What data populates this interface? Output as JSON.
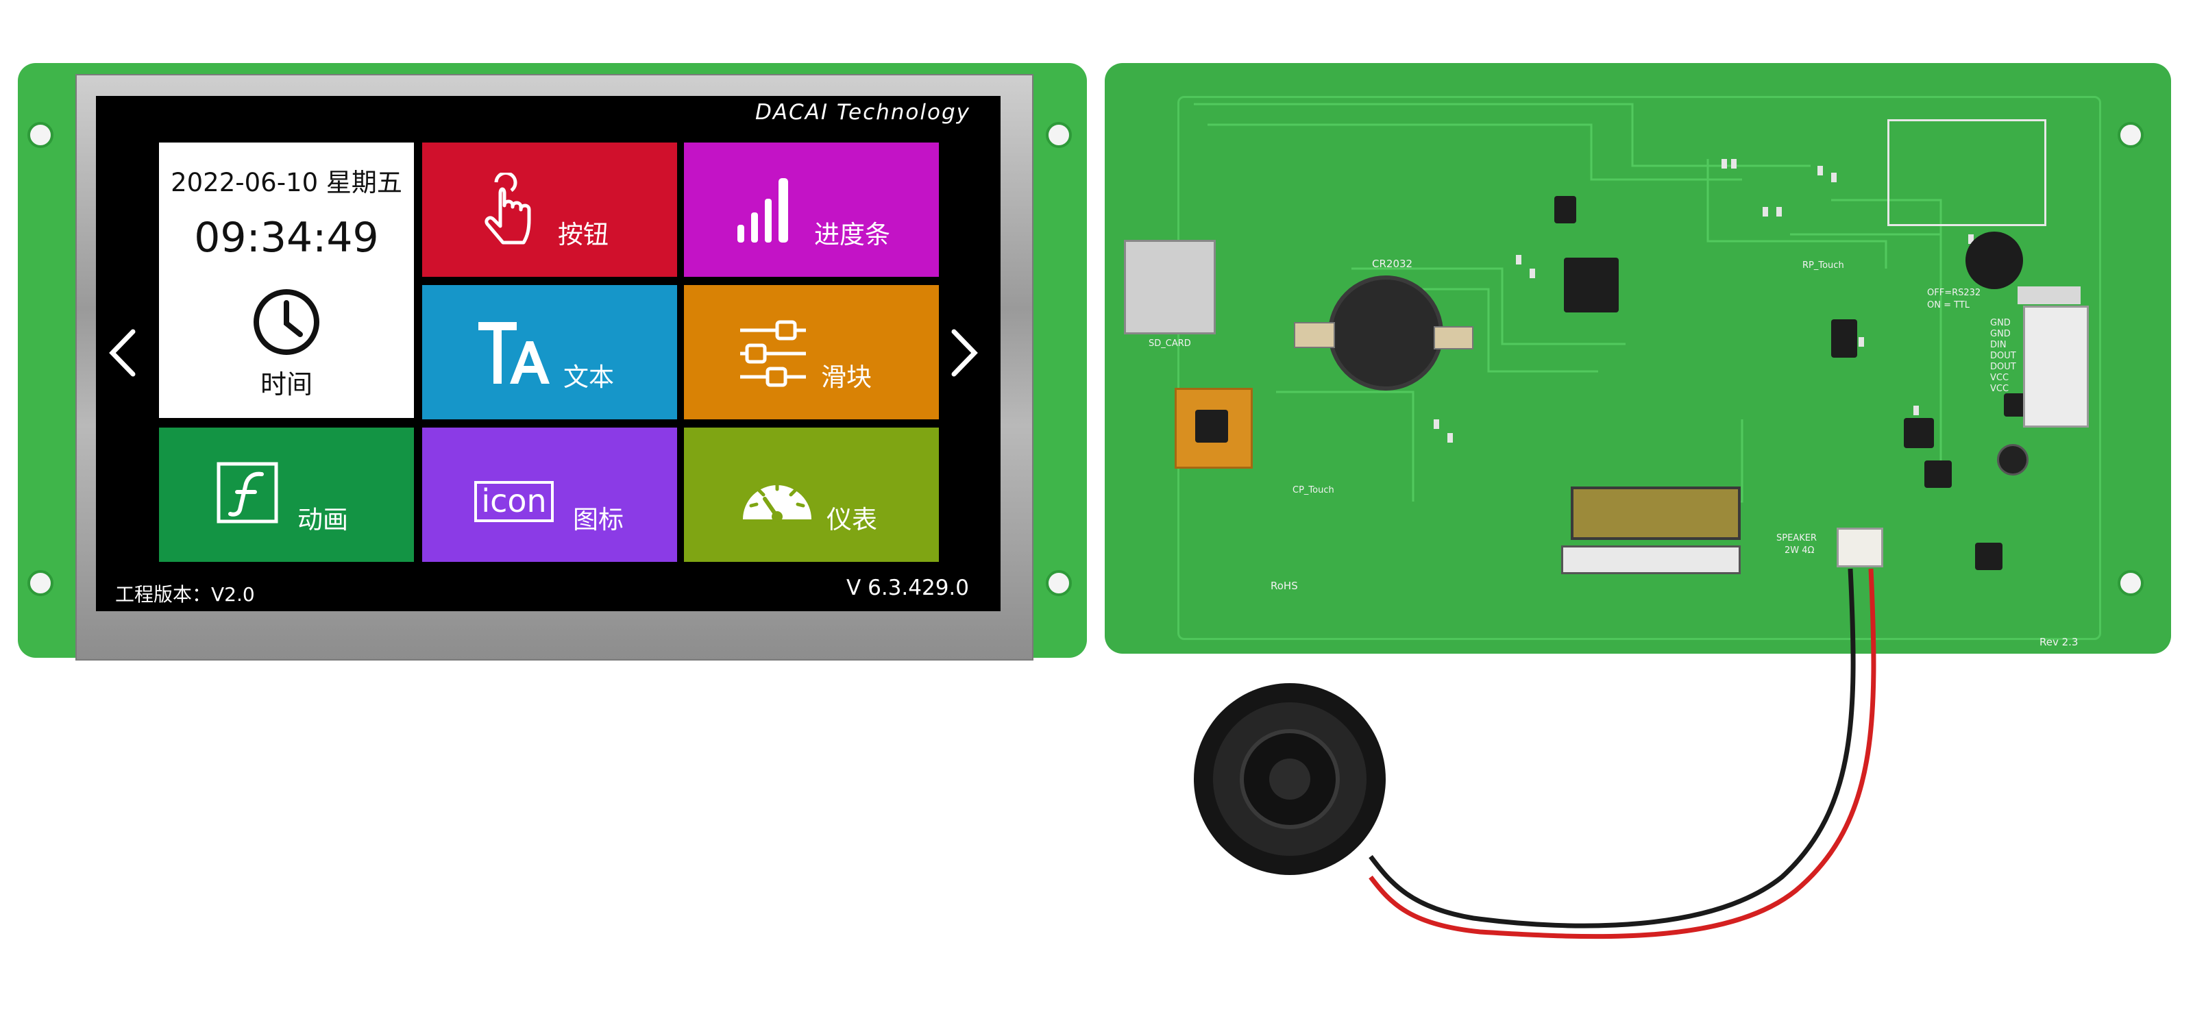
{
  "screen": {
    "brand": "DACAI Technology",
    "clock_tile": {
      "date": "2022-06-10 星期五",
      "time": "09:34:49",
      "label": "时间"
    },
    "tiles": [
      {
        "label": "按钮",
        "icon": "touch-hand-icon",
        "color": "#d0102c"
      },
      {
        "label": "进度条",
        "icon": "signal-bars-icon",
        "color": "#c313c6"
      },
      {
        "label": "文本",
        "icon": "text-ta-icon",
        "color": "#1696c9"
      },
      {
        "label": "滑块",
        "icon": "slider-icon",
        "color": "#d98205"
      },
      {
        "label": "动画",
        "icon": "flash-icon",
        "color": "#139444"
      },
      {
        "label": "图标",
        "icon": "icon-text-icon",
        "icon_text": "icon",
        "color": "#8b3be6"
      },
      {
        "label": "仪表",
        "icon": "gauge-icon",
        "color": "#7fa513"
      }
    ],
    "footer_left": "工程版本：V2.0",
    "footer_right": "V 6.3.429.0"
  },
  "pcb": {
    "labels": {
      "cr2032": "CR2032",
      "sd_card": "SD_CARD",
      "rp_touch": "RP_Touch",
      "cp_touch": "CP_Touch",
      "off_rs232": "OFF=RS232",
      "on_ttl": "ON = TTL",
      "speaker": "SPEAKER",
      "speaker_power": "2W 4Ω",
      "rohs": "RoHS",
      "rev": "Rev 2.3",
      "pins": [
        "GND",
        "GND",
        "DIN",
        "DOUT",
        "DOUT",
        "VCC",
        "VCC"
      ]
    }
  },
  "colors": {
    "pcb_green": "#3cae47",
    "screen_bg": "#000000",
    "bezel": "#b0b0b0"
  }
}
